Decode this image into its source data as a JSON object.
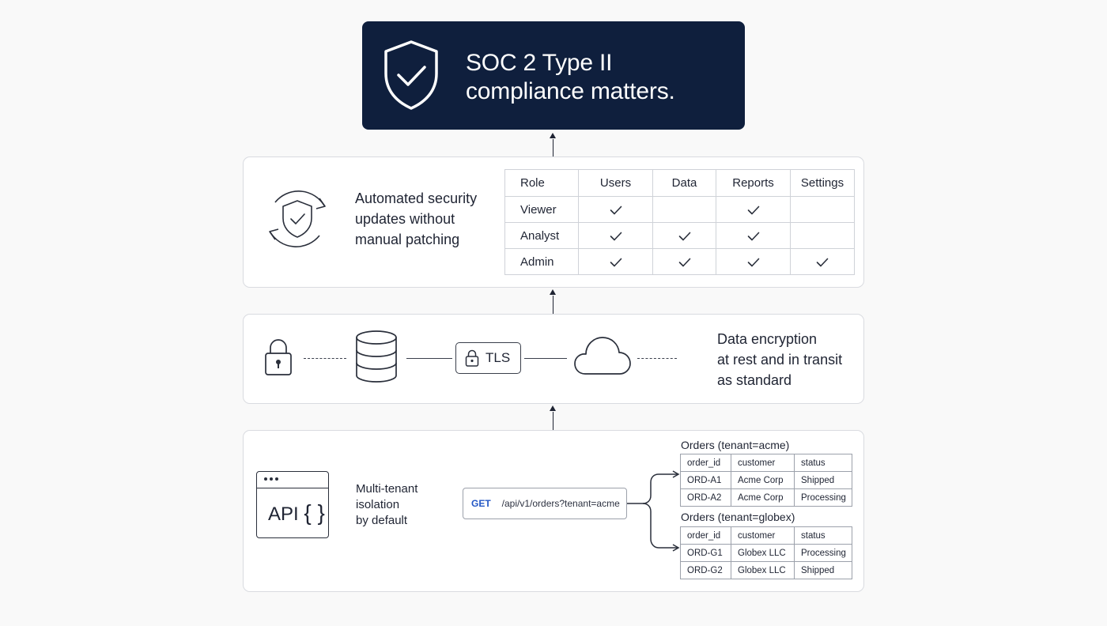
{
  "hero": {
    "title_line1": "SOC 2 Type II",
    "title_line2": "compliance matters.",
    "icon": "shield-check-icon",
    "background": "#0f1f3d"
  },
  "updates": {
    "icon": "shield-refresh-icon",
    "text_line1": "Automated security",
    "text_line2": "updates without",
    "text_line3": "manual patching"
  },
  "roles_table": {
    "headers": [
      "Role",
      "Users",
      "Data",
      "Reports",
      "Settings"
    ],
    "rows": [
      {
        "role": "Viewer",
        "checks": [
          true,
          false,
          true,
          false
        ]
      },
      {
        "role": "Analyst",
        "checks": [
          true,
          true,
          true,
          false
        ]
      },
      {
        "role": "Admin",
        "checks": [
          true,
          true,
          true,
          true
        ]
      }
    ]
  },
  "encryption": {
    "icons": [
      "lock-icon",
      "database-icon",
      "cloud-icon"
    ],
    "tls_label": "TLS",
    "text_line1": "Data encryption",
    "text_line2": "at rest and in transit",
    "text_line3": "as standard"
  },
  "isolation": {
    "api_label": "API",
    "api_braces": "{ }",
    "text_line1": "Multi-tenant",
    "text_line2": "isolation",
    "text_line3": "by default",
    "request_verb": "GET",
    "request_path": "/api/v1/orders?tenant=acme",
    "tables": [
      {
        "title": "Orders (tenant=acme)",
        "headers": [
          "order_id",
          "customer",
          "status"
        ],
        "rows": [
          [
            "ORD-A1",
            "Acme Corp",
            "Shipped"
          ],
          [
            "ORD-A2",
            "Acme Corp",
            "Processing"
          ]
        ]
      },
      {
        "title": "Orders (tenant=globex)",
        "headers": [
          "order_id",
          "customer",
          "status"
        ],
        "rows": [
          [
            "ORD-G1",
            "Globex LLC",
            "Processing"
          ],
          [
            "ORD-G2",
            "Globex LLC",
            "Shipped"
          ]
        ]
      }
    ]
  }
}
